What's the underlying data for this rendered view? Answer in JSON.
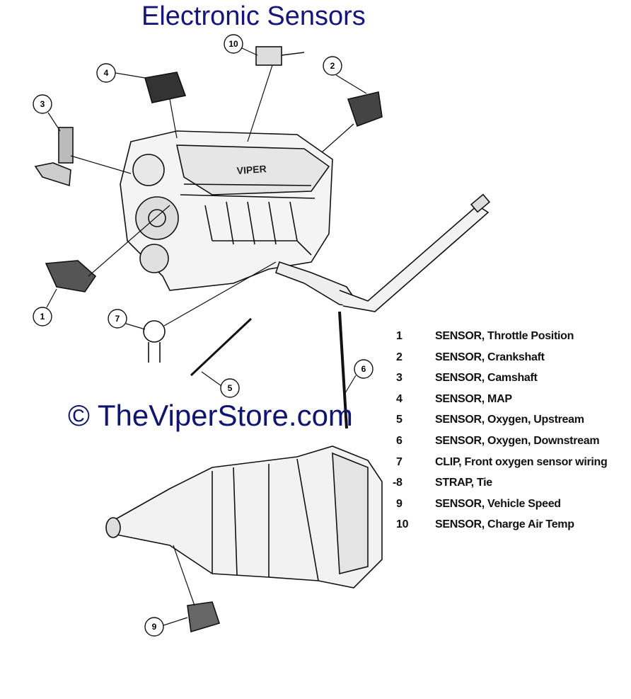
{
  "title": "Electronic Sensors",
  "watermark": "© TheViperStore.com",
  "engine_logo": "VIPER",
  "callouts": [
    "10",
    "4",
    "2",
    "3",
    "1",
    "7",
    "5",
    "6",
    "9"
  ],
  "legend": [
    {
      "num": "1",
      "label": "SENSOR, Throttle Position"
    },
    {
      "num": "2",
      "label": "SENSOR, Crankshaft"
    },
    {
      "num": "3",
      "label": "SENSOR, Camshaft"
    },
    {
      "num": "4",
      "label": "SENSOR, MAP"
    },
    {
      "num": "5",
      "label": "SENSOR, Oxygen, Upstream"
    },
    {
      "num": "6",
      "label": "SENSOR, Oxygen, Downstream"
    },
    {
      "num": "7",
      "label": "CLIP, Front oxygen sensor wiring"
    },
    {
      "num": "-8",
      "label": "STRAP, Tie"
    },
    {
      "num": "9",
      "label": "SENSOR, Vehicle Speed"
    },
    {
      "num": "10",
      "label": "SENSOR, Charge Air Temp"
    }
  ]
}
